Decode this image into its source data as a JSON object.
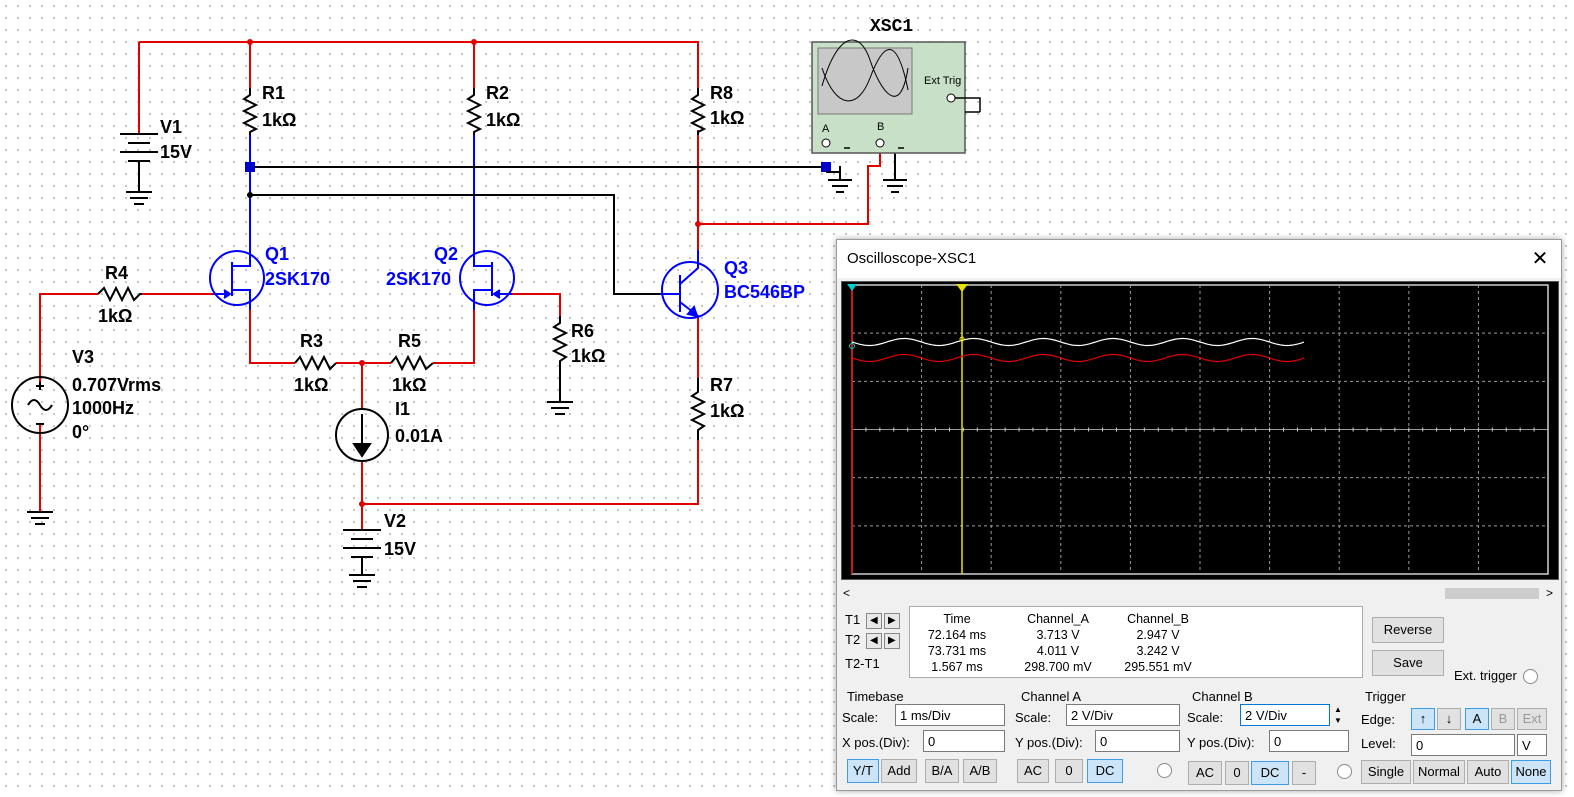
{
  "schematic": {
    "components": {
      "V1": {
        "name": "V1",
        "value": "15V"
      },
      "V2": {
        "name": "V2",
        "value": "15V"
      },
      "V3": {
        "name": "V3",
        "amplitude": "0.707Vrms",
        "frequency": "1000Hz",
        "phase": "0°"
      },
      "R1": {
        "name": "R1",
        "value": "1kΩ"
      },
      "R2": {
        "name": "R2",
        "value": "1kΩ"
      },
      "R3": {
        "name": "R3",
        "value": "1kΩ"
      },
      "R4": {
        "name": "R4",
        "value": "1kΩ"
      },
      "R5": {
        "name": "R5",
        "value": "1kΩ"
      },
      "R6": {
        "name": "R6",
        "value": "1kΩ"
      },
      "R7": {
        "name": "R7",
        "value": "1kΩ"
      },
      "R8": {
        "name": "R8",
        "value": "1kΩ"
      },
      "Q1": {
        "name": "Q1",
        "part": "2SK170"
      },
      "Q2": {
        "name": "Q2",
        "part": "2SK170"
      },
      "Q3": {
        "name": "Q3",
        "part": "BC546BP"
      },
      "I1": {
        "name": "I1",
        "value": "0.01A"
      },
      "XSC1": {
        "name": "XSC1",
        "ext_trig": "Ext Trig",
        "ch_a": "A",
        "ch_b": "B"
      }
    },
    "colors": {
      "wire_red": "#e00000",
      "wire_black": "#000000",
      "component_blue": "#0000ff",
      "label_blue": "#0000ff",
      "junction_blue": "#0000cc"
    }
  },
  "oscilloscope": {
    "title": "Oscilloscope-XSC1",
    "close_glyph": "✕",
    "screen": {
      "background": "#000000",
      "grid_color": "#9a9a9a",
      "channel_a_color": "#ffffff",
      "channel_b_color": "#e00000",
      "cursor1_color": "#e00000",
      "cursor2_color": "#e8e000",
      "cursor1_marker": "1",
      "cursor2_marker": "2"
    },
    "scroll": {
      "left": "<",
      "right": ">"
    },
    "cursors": {
      "t1": "T1",
      "t2": "T2",
      "t2_t1": "T2-T1",
      "left_arrow": "◀",
      "right_arrow": "▶"
    },
    "measurements": {
      "headers": [
        "Time",
        "Channel_A",
        "Channel_B"
      ],
      "rows": [
        [
          "72.164 ms",
          "3.713 V",
          "2.947 V"
        ],
        [
          "73.731 ms",
          "4.011 V",
          "3.242 V"
        ],
        [
          "1.567 ms",
          "298.700 mV",
          "295.551 mV"
        ]
      ]
    },
    "buttons": {
      "reverse": "Reverse",
      "save": "Save",
      "ext_trigger": "Ext. trigger"
    },
    "timebase": {
      "title": "Timebase",
      "scale_label": "Scale:",
      "scale": "1 ms/Div",
      "xpos_label": "X pos.(Div):",
      "xpos": "0",
      "modes": [
        "Y/T",
        "Add",
        "B/A",
        "A/B"
      ],
      "active_mode": "Y/T"
    },
    "channel_a": {
      "title": "Channel A",
      "scale_label": "Scale:",
      "scale": "2  V/Div",
      "ypos_label": "Y pos.(Div):",
      "ypos": "0",
      "coupling": [
        "AC",
        "0",
        "DC"
      ],
      "active_coupling": "DC"
    },
    "channel_b": {
      "title": "Channel B",
      "scale_label": "Scale:",
      "scale": "2  V/Div",
      "ypos_label": "Y pos.(Div):",
      "ypos": "0",
      "coupling": [
        "AC",
        "0",
        "DC",
        "-"
      ],
      "active_coupling": "DC"
    },
    "trigger": {
      "title": "Trigger",
      "edge_label": "Edge:",
      "level_label": "Level:",
      "level": "0",
      "level_unit": "V",
      "edge_rising": "↑",
      "edge_falling": "↓",
      "sources": [
        "A",
        "B",
        "Ext"
      ],
      "active_source": "A",
      "modes": [
        "Single",
        "Normal",
        "Auto",
        "None"
      ],
      "active_mode": "None"
    }
  }
}
